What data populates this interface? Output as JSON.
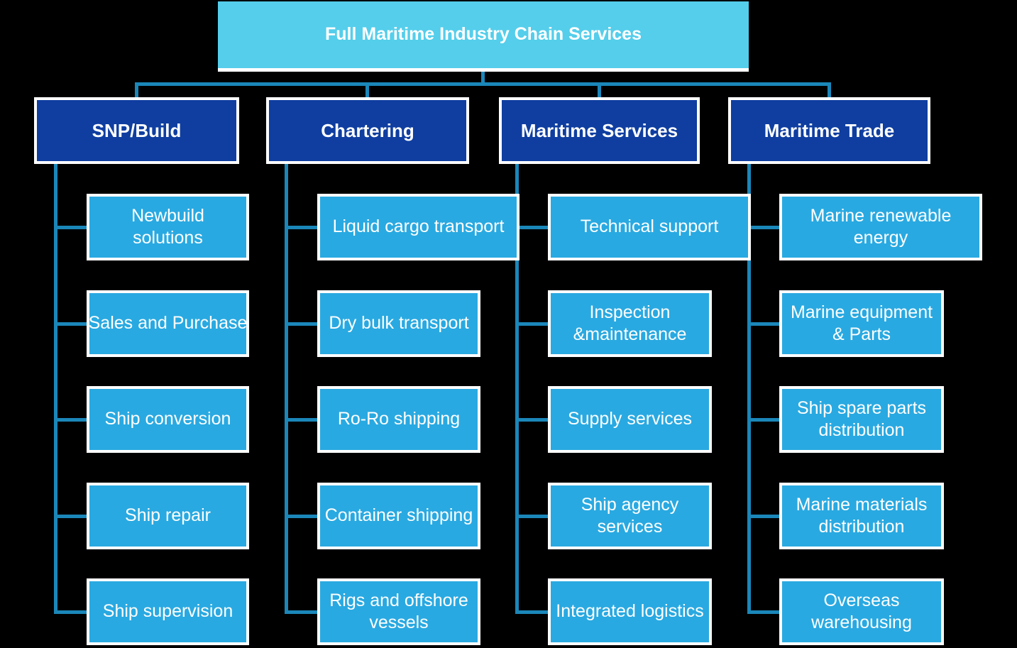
{
  "diagram": {
    "title": "Full Maritime Industry Chain Services",
    "colors": {
      "background": "#000000",
      "root_fill": "#54CEEB",
      "header_fill": "#0F3EA0",
      "child_fill": "#29A9E1",
      "connector": "#1B87B9",
      "box_border": "#FFFFFF",
      "text": "#FFFFFF"
    },
    "columns": [
      {
        "header": "SNP/Build",
        "children": [
          "Newbuild\nsolutions",
          "Sales and Purchase",
          "Ship conversion",
          "Ship repair",
          "Ship supervision"
        ]
      },
      {
        "header": "Chartering",
        "children": [
          "Liquid cargo transport",
          "Dry bulk transport",
          "Ro-Ro shipping",
          "Container shipping",
          "Rigs and offshore\nvessels"
        ]
      },
      {
        "header": "Maritime Services",
        "children": [
          "Technical support",
          "Inspection\n&maintenance",
          "Supply services",
          "Ship agency\nservices",
          "Integrated logistics"
        ]
      },
      {
        "header": "Maritime Trade",
        "children": [
          "Marine renewable\nenergy",
          "Marine equipment\n& Parts",
          "Ship spare parts\ndistribution",
          "Marine materials\ndistribution",
          "Overseas\nwarehousing"
        ]
      }
    ]
  }
}
